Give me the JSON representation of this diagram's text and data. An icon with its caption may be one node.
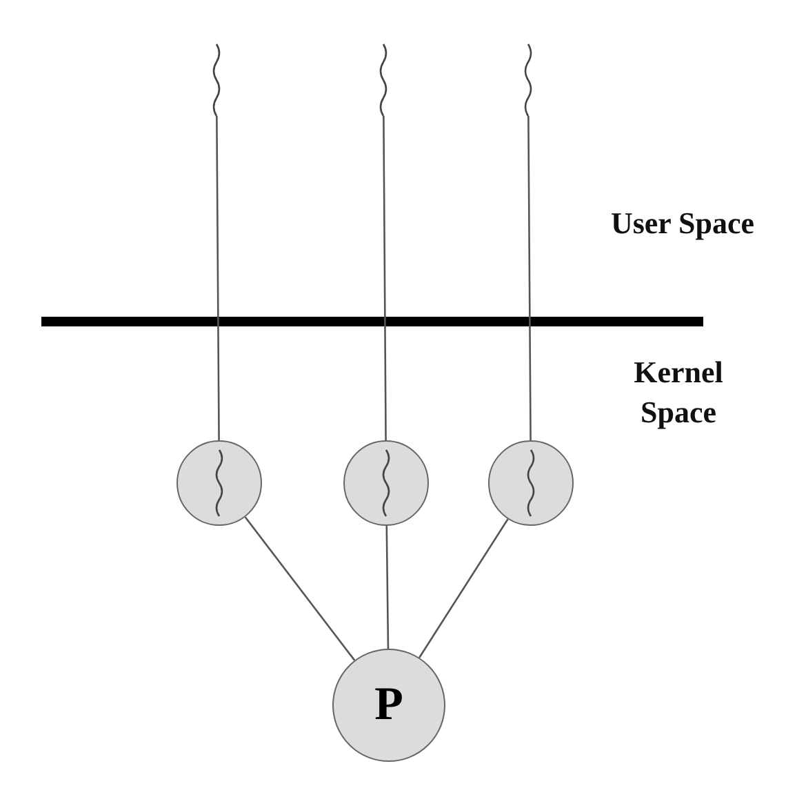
{
  "diagram": {
    "nodes": [
      {
        "text": [],
        "shape": "picture"
      },
      {
        "text": [],
        "shape": "picture"
      },
      {
        "text": [],
        "shape": "picture"
      },
      {
        "text": [],
        "shape": "circle"
      },
      {
        "text": [],
        "shape": "circle"
      },
      {
        "text": [],
        "shape": "circle"
      },
      {
        "text": [
          "P"
        ]
      }
    ],
    "edges": [
      {
        "from": 0,
        "to": 3,
        "arrow": "none"
      },
      {
        "from": 1,
        "to": 4,
        "arrow": "none"
      },
      {
        "from": 2,
        "to": 5,
        "arrow": "none"
      },
      {
        "from": 3,
        "to": 6,
        "arrow": "none"
      },
      {
        "from": 4,
        "to": 6,
        "arrow": "none"
      },
      {
        "from": 5,
        "to": 6,
        "arrow": "none"
      }
    ],
    "labels": [
      "User Space",
      "Kernel Space"
    ]
  }
}
